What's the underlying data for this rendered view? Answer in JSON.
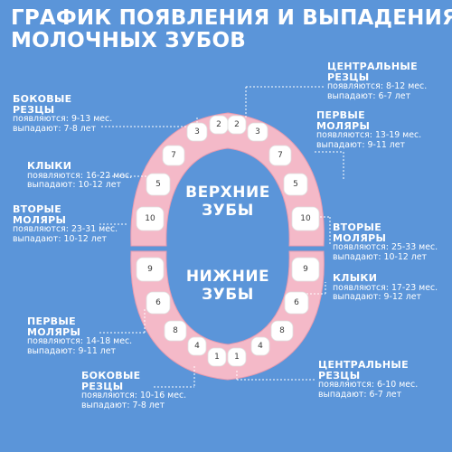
{
  "title": {
    "line1": "ГРАФИК ПОЯВЛЕНИЯ И ВЫПАДЕНИЯ",
    "line2": "МОЛОЧНЫХ ЗУБОВ"
  },
  "center": {
    "upper_line1": "ВЕРХНИЕ",
    "upper_line2": "ЗУБЫ",
    "lower_line1": "НИЖНИЕ",
    "lower_line2": "ЗУБЫ"
  },
  "labels": {
    "upper_central": {
      "name1": "ЦЕНТРАЛЬНЫЕ",
      "name2": "РЕЗЦЫ",
      "appear": "появляются: 8-12 мес.",
      "fall": "выпадают: 6-7 лет"
    },
    "upper_first_molars": {
      "name1": "ПЕРВЫЕ",
      "name2": "МОЛЯРЫ",
      "appear": "появляются: 13-19 мес.",
      "fall": "выпадают: 9-11 лет"
    },
    "upper_lateral": {
      "name1": "БОКОВЫЕ",
      "name2": "РЕЗЦЫ",
      "appear": "появляются: 9-13 мес.",
      "fall": "выпадают: 7-8 лет"
    },
    "upper_canines": {
      "name1": "КЛЫКИ",
      "appear": "появляются: 16-22 мес.",
      "fall": "выпадают: 10-12 лет"
    },
    "upper_second_molars": {
      "name1": "ВТОРЫЕ",
      "name2": "МОЛЯРЫ",
      "appear": "появляются: 23-31 мес.",
      "fall": "выпадают: 10-12 лет"
    },
    "lower_second_molars": {
      "name1": "ВТОРЫЕ",
      "name2": "МОЛЯРЫ",
      "appear": "появляются: 25-33 мес.",
      "fall": "выпадают: 10-12 лет"
    },
    "lower_canines": {
      "name1": "КЛЫКИ",
      "appear": "появляются: 17-23 мес.",
      "fall": "выпадают: 9-12 лет"
    },
    "lower_first_molars": {
      "name1": "ПЕРВЫЕ",
      "name2": "МОЛЯРЫ",
      "appear": "появляются: 14-18 мес.",
      "fall": "выпадают: 9-11 лет"
    },
    "lower_central": {
      "name1": "ЦЕНТРАЛЬНЫЕ",
      "name2": "РЕЗЦЫ",
      "appear": "появляются: 6-10 мес.",
      "fall": "выпадают: 6-7 лет"
    },
    "lower_lateral": {
      "name1": "БОКОВЫЕ",
      "name2": "РЕЗЦЫ",
      "appear": "появляются: 10-16 мес.",
      "fall": "выпадают: 7-8 лет"
    }
  },
  "teeth": {
    "upper": [
      "10",
      "5",
      "7",
      "3",
      "2",
      "2",
      "3",
      "7",
      "5",
      "10"
    ],
    "lower": [
      "9",
      "6",
      "8",
      "4",
      "1",
      "1",
      "4",
      "8",
      "6",
      "9"
    ]
  },
  "colors": {
    "background": "#5b95d9",
    "gum": "#f4b9c8",
    "gum_dark": "#e79bb0",
    "tooth": "#ffffff",
    "text": "#ffffff"
  }
}
